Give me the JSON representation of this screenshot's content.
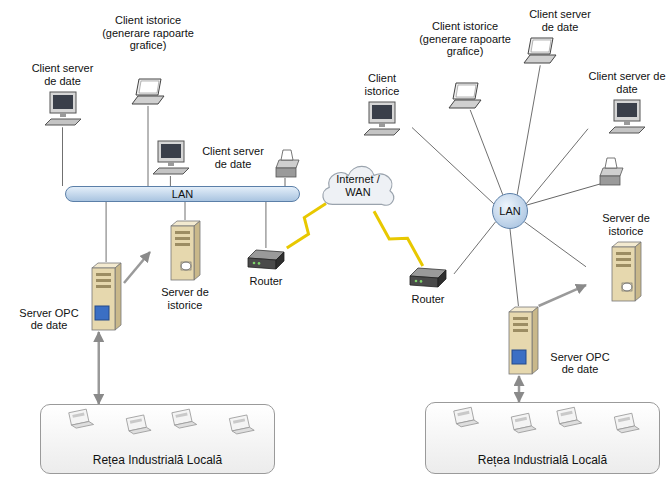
{
  "diagram": {
    "nodes": [
      {
        "text": [
          "Client server de date"
        ]
      },
      {
        "text": [
          "Client istorice (generare rapoarte grafice)"
        ]
      },
      {
        "text": [
          "Client server de date"
        ]
      },
      {
        "text": [
          "LAN"
        ]
      },
      {
        "text": [
          "Router"
        ]
      },
      {
        "text": [
          "Server OPC de date"
        ]
      },
      {
        "text": [
          "Server de istorice"
        ]
      },
      {
        "text": [
          "Rețea Industrială Locală"
        ]
      },
      {
        "text": [
          "Internet / WAN"
        ]
      },
      {
        "text": [
          "Client istorice"
        ]
      },
      {
        "text": [
          "Client istorice (generare rapoarte grafice)"
        ]
      },
      {
        "text": [
          "Client server de date"
        ]
      },
      {
        "text": [
          "Client server de date"
        ]
      },
      {
        "text": [
          "LAN"
        ]
      },
      {
        "text": [
          "Server de istorice"
        ]
      },
      {
        "text": [
          "Router"
        ]
      },
      {
        "text": [
          "Server OPC de date"
        ]
      },
      {
        "text": [
          "Rețea Industrială Locală"
        ]
      }
    ],
    "edges": [
      {
        "from": 0,
        "to": 3,
        "arrow": "none"
      },
      {
        "from": 1,
        "to": 3,
        "arrow": "none"
      },
      {
        "from": 2,
        "to": 3,
        "arrow": "none"
      },
      {
        "from": 3,
        "to": 4,
        "arrow": "none"
      },
      {
        "from": 5,
        "to": 3,
        "arrow": "none"
      },
      {
        "from": 6,
        "to": 3,
        "arrow": "none"
      },
      {
        "from": 5,
        "to": 6,
        "arrow": "to"
      },
      {
        "from": 7,
        "to": 5,
        "arrow": "both"
      },
      {
        "from": 4,
        "to": 8,
        "arrow": "none"
      },
      {
        "from": 8,
        "to": 15,
        "arrow": "none"
      },
      {
        "from": 9,
        "to": 13,
        "arrow": "none"
      },
      {
        "from": 10,
        "to": 13,
        "arrow": "none"
      },
      {
        "from": 11,
        "to": 13,
        "arrow": "none"
      },
      {
        "from": 12,
        "to": 13,
        "arrow": "none"
      },
      {
        "from": 14,
        "to": 13,
        "arrow": "none"
      },
      {
        "from": 16,
        "to": 13,
        "arrow": "none"
      },
      {
        "from": 15,
        "to": 13,
        "arrow": "none"
      },
      {
        "from": 16,
        "to": 14,
        "arrow": "to"
      },
      {
        "from": 17,
        "to": 16,
        "arrow": "both"
      }
    ]
  }
}
